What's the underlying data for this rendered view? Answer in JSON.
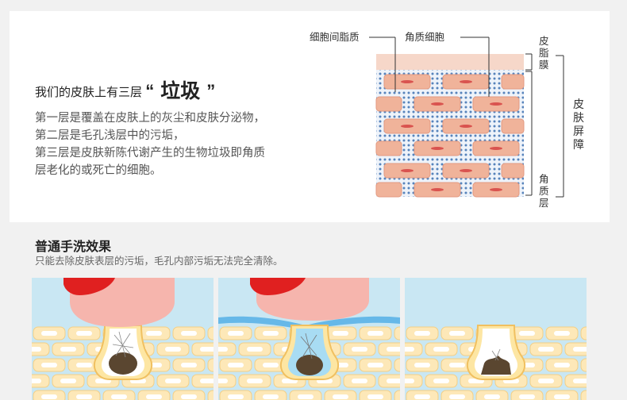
{
  "intro": {
    "title_prefix": "我们的皮肤上有三层",
    "quote_open": "“",
    "title_emphasis": "垃圾",
    "quote_close": "”",
    "lines": [
      "第一层是覆盖在皮肤上的灰尘和皮肤分泌物，",
      "第二层是毛孔浅层中的污垢，",
      "第三层是皮肤新陈代谢产生的生物垃圾即角质",
      "层老化的或死亡的细胞。"
    ]
  },
  "skin_diagram": {
    "label_intercellular_lipid": "细胞间脂质",
    "label_keratinocyte": "角质细胞",
    "label_sebum_film": [
      "皮",
      "脂",
      "膜"
    ],
    "label_stratum_corneum": [
      "角",
      "质",
      "层"
    ],
    "label_skin_barrier": [
      "皮",
      "肤",
      "屏",
      "障"
    ],
    "colors": {
      "cell": "#f0b39a",
      "cell_core": "#d9534f",
      "dots": "#3b6fb0",
      "sebum": "#f6d7c9"
    }
  },
  "handwash": {
    "title": "普通手洗效果",
    "subtitle": "只能去除皮肤表层的污垢，毛孔内部污垢无法完全清除。",
    "panels": [
      {
        "stage": "dirt-pore"
      },
      {
        "stage": "water-washing"
      },
      {
        "stage": "residue-remains"
      }
    ]
  }
}
